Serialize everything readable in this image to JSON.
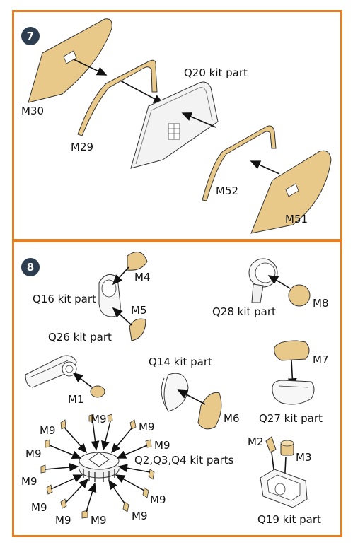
{
  "steps": [
    {
      "number": "7"
    },
    {
      "number": "8"
    }
  ],
  "step7": {
    "labels": {
      "m30": "M30",
      "m29": "M29",
      "q20": "Q20 kit part",
      "m52": "M52",
      "m51": "M51"
    }
  },
  "step8": {
    "labels": {
      "m4": "M4",
      "q16": "Q16 kit part",
      "m5": "M5",
      "q26": "Q26 kit part",
      "q28": "Q28 kit part",
      "m8": "M8",
      "m7": "M7",
      "q27": "Q27 kit part",
      "q14": "Q14 kit part",
      "m1": "M1",
      "m6": "M6",
      "m9": "M9",
      "q2q3q4": "Q2,Q3,Q4 kit parts",
      "m2": "M2",
      "m3": "M3",
      "q19": "Q19 kit part"
    }
  },
  "colors": {
    "frame": "#e67e22",
    "badge": "#2c3e50",
    "part_fill": "#e8c98a"
  }
}
